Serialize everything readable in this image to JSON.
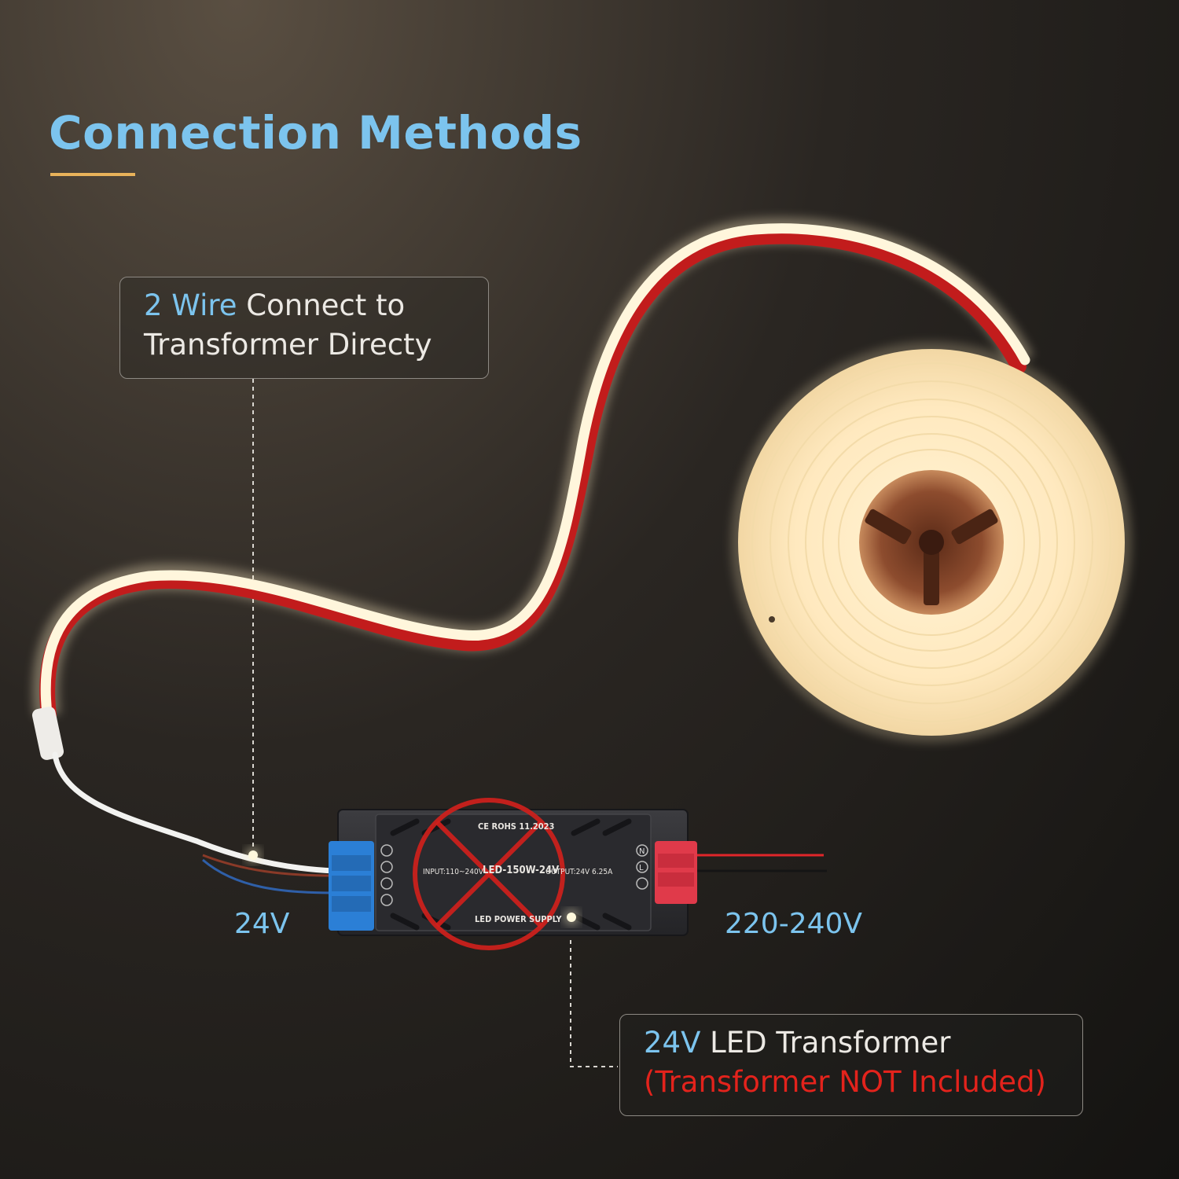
{
  "header": {
    "title": "Connection Methods"
  },
  "callouts": {
    "wire": {
      "highlight": "2 Wire",
      "text_rest": " Connect to",
      "line2": "Transformer Directy"
    },
    "transformer": {
      "highlight": "24V",
      "text_rest": " LED Transformer",
      "note": "(Transformer NOT Included)"
    }
  },
  "labels": {
    "output_voltage": "24V",
    "input_voltage": "220-240V"
  },
  "power_supply": {
    "cert": "CE ROHS 11.2023",
    "input": "INPUT:110~240V",
    "model": "LED-150W-24V",
    "output": "OUTPUT:24V 6.25A",
    "name": "LED POWER SUPPLY",
    "terminals": [
      "N",
      "L"
    ]
  },
  "colors": {
    "title": "#7cc4ee",
    "underline": "#e8b25a",
    "warning": "#e3231c",
    "strip_glow": "#fff4d6",
    "strip_back": "#c21c1c",
    "psu_body": "#2d2d30",
    "terminal_blue": "#2b7fd6",
    "terminal_red": "#e03a4a"
  }
}
